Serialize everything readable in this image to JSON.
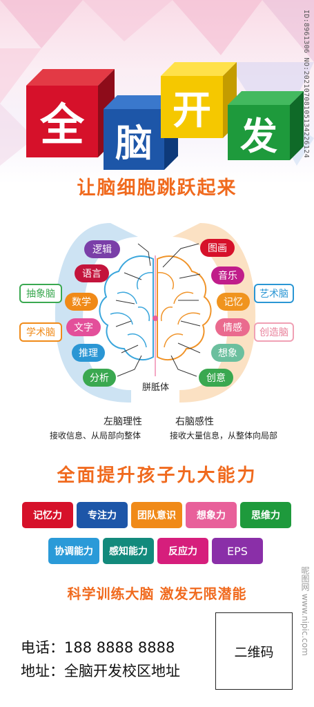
{
  "header": {
    "title_chars": [
      "全",
      "脑",
      "开",
      "发"
    ],
    "side_id": "ID:8961306 NO:20210708105134226124"
  },
  "subtitle": "让脑细胞跳跃起来",
  "brain": {
    "left_pills": [
      "逻辑",
      "语言",
      "数学",
      "文字",
      "推理",
      "分析"
    ],
    "right_pills": [
      "图画",
      "音乐",
      "记忆",
      "情感",
      "想象",
      "创意"
    ],
    "left_outer": [
      "抽象脑",
      "学术脑"
    ],
    "right_outer": [
      "艺术脑",
      "创造脑"
    ],
    "center_label": "胼胝体"
  },
  "notes": {
    "left_title": "左脑理性",
    "left_desc": "接收信息、从局部向整体",
    "right_title": "右脑感性",
    "right_desc": "接收大量信息，从整体向局部"
  },
  "abilities_title": "全面提升孩子九大能力",
  "abilities": [
    "记忆力",
    "专注力",
    "团队意识",
    "想象力",
    "思维力",
    "协调能力",
    "感知能力",
    "反应力",
    "EPS"
  ],
  "slogan": "科学训练大脑   激发无限潜能",
  "contact": {
    "phone_label": "电话：",
    "phone_value": "188 8888 8888",
    "address_label": "地址：",
    "address_value": "全脑开发校区地址"
  },
  "qr_label": "二维码",
  "watermark": "昵图网 www.nipic.com",
  "colors": {
    "orange": "#f06a1e",
    "red": "#d6112a",
    "blue": "#1d56a8",
    "yellow": "#f5c800",
    "green": "#1e9a3c"
  }
}
